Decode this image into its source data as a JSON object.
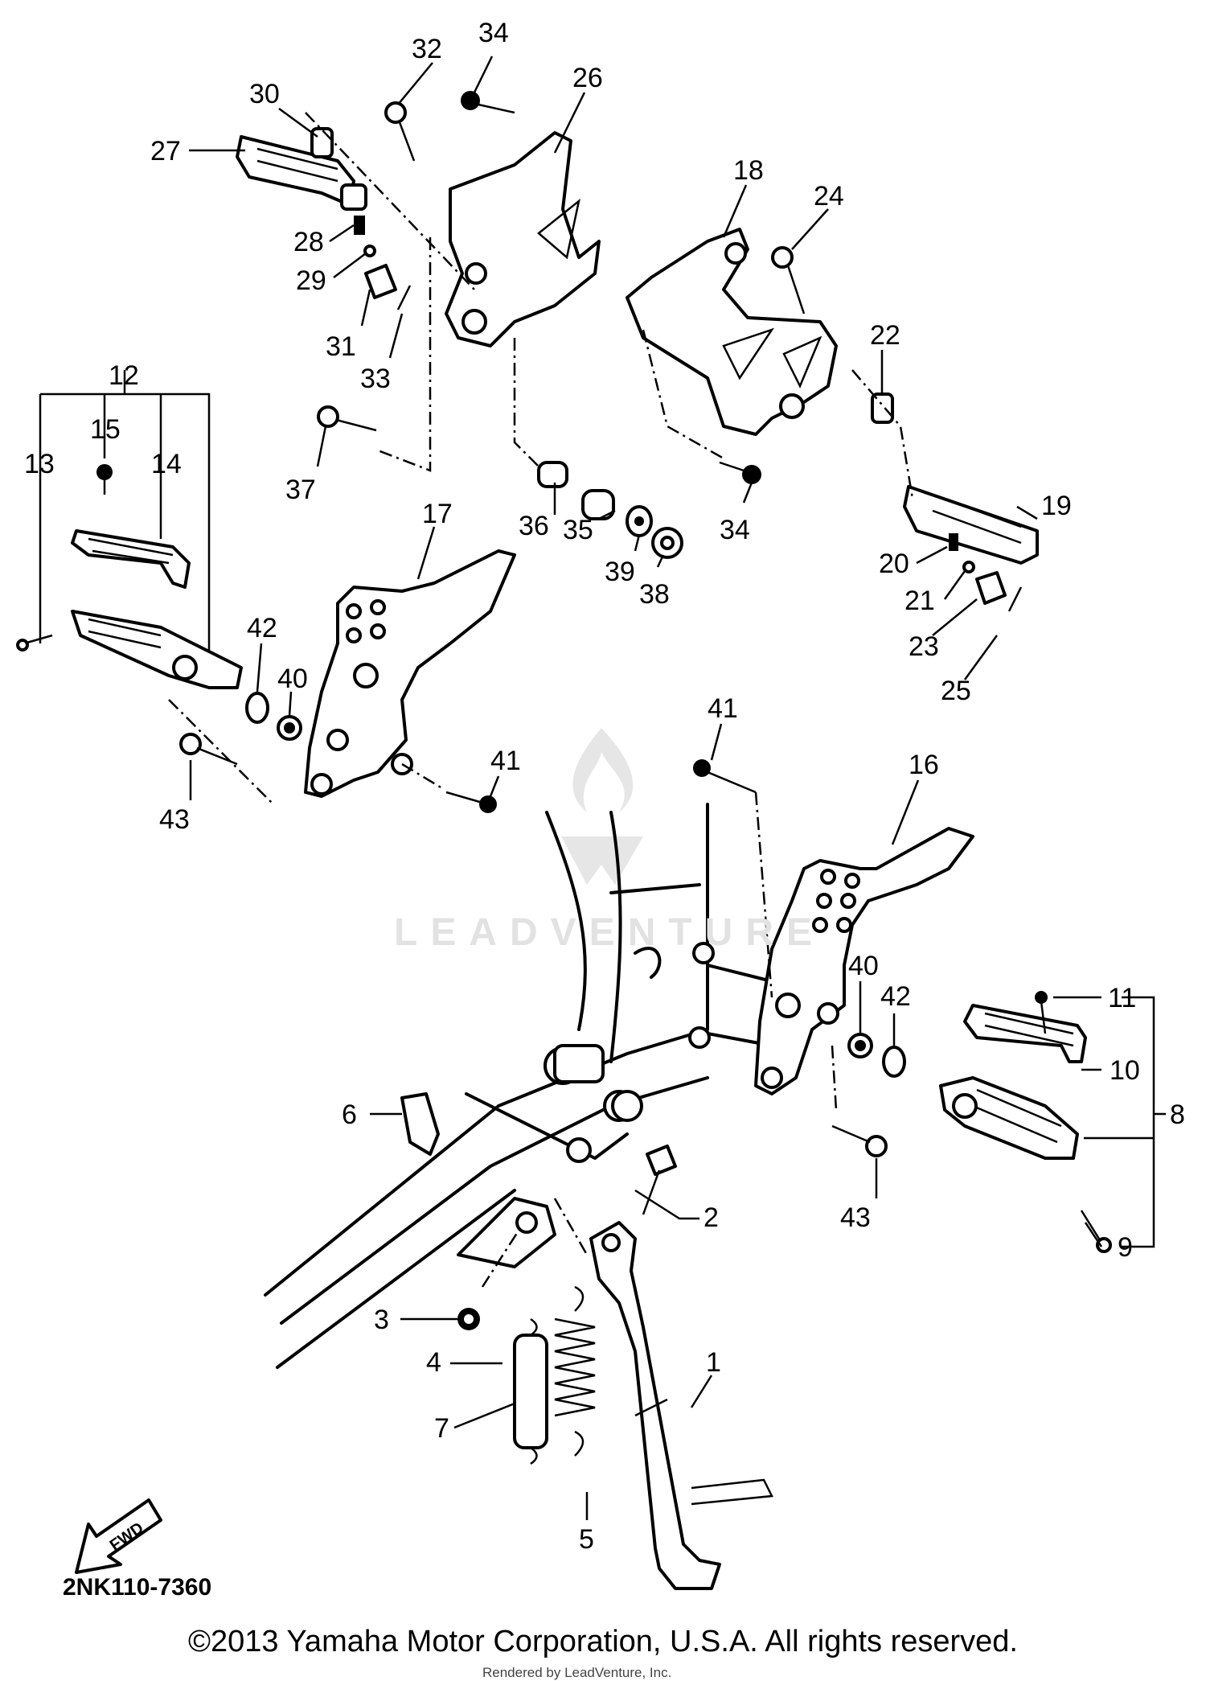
{
  "diagram_code": "2NK110-7360",
  "copyright": "©2013 Yamaha Motor Corporation, U.S.A. All rights reserved.",
  "watermark": "LEADVENTURE",
  "rendered_by": "Rendered by LeadVenture, Inc.",
  "direction_label": "FWD",
  "callouts": [
    "1",
    "2",
    "3",
    "4",
    "5",
    "6",
    "7",
    "8",
    "9",
    "10",
    "11",
    "12",
    "13",
    "14",
    "15",
    "16",
    "17",
    "18",
    "19",
    "20",
    "21",
    "22",
    "23",
    "24",
    "25",
    "26",
    "27",
    "28",
    "29",
    "30",
    "31",
    "32",
    "33",
    "34",
    "34",
    "35",
    "36",
    "37",
    "38",
    "39",
    "40",
    "40",
    "41",
    "41",
    "42",
    "42",
    "43",
    "43"
  ]
}
